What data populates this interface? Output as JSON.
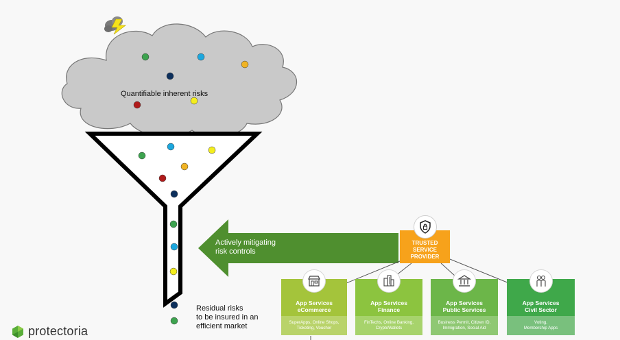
{
  "diagram": {
    "cloud_label": "Quantifiable inherent risks",
    "arrow_label_line1": "Actively mitigating",
    "arrow_label_line2": "risk controls",
    "residual_line1": "Residual risks",
    "residual_line2": "to be insured in an",
    "residual_line3": "efficient market"
  },
  "provider": {
    "line1": "TRUSTED",
    "line2": "SERVICE",
    "line3": "PROVIDER",
    "icon": "shield-lock-icon"
  },
  "services": [
    {
      "title1": "App Services",
      "title2": "eCommerce",
      "desc1": "SuperApps, Online Shops,",
      "desc2": "Ticketing, Voucher",
      "icon": "shop-icon",
      "head_color": "#a4c43b",
      "body_color": "#b9d36a"
    },
    {
      "title1": "App Services",
      "title2": "Finance",
      "desc1": "FinTechs, Online Banking,",
      "desc2": "CryptoWallets",
      "icon": "building-icon",
      "head_color": "#8cc43f",
      "body_color": "#a7d36c"
    },
    {
      "title1": "App Services",
      "title2": "Public Services",
      "desc1": "Business Permit, Citizen ID,",
      "desc2": "Immigration, Social Aid",
      "icon": "government-icon",
      "head_color": "#6cb649",
      "body_color": "#8fc873"
    },
    {
      "title1": "App Services",
      "title2": "Civil Sector",
      "desc1": "Voting,",
      "desc2": "Membership Apps",
      "icon": "people-icon",
      "head_color": "#3fa84a",
      "body_color": "#79c07d"
    }
  ],
  "logo": {
    "text": "protectoria",
    "icon": "protectoria-logo-icon"
  },
  "colors": {
    "arrow": "#4f8f2f",
    "provider": "#f7a21b",
    "cloud": "#c9c9c9",
    "dot_green": "#3da34f",
    "dot_blue": "#1ca7de",
    "dot_navy": "#0c2f5c",
    "dot_yellow": "#f4ee1d",
    "dot_orange": "#f0b324",
    "dot_red": "#b01b1b"
  }
}
